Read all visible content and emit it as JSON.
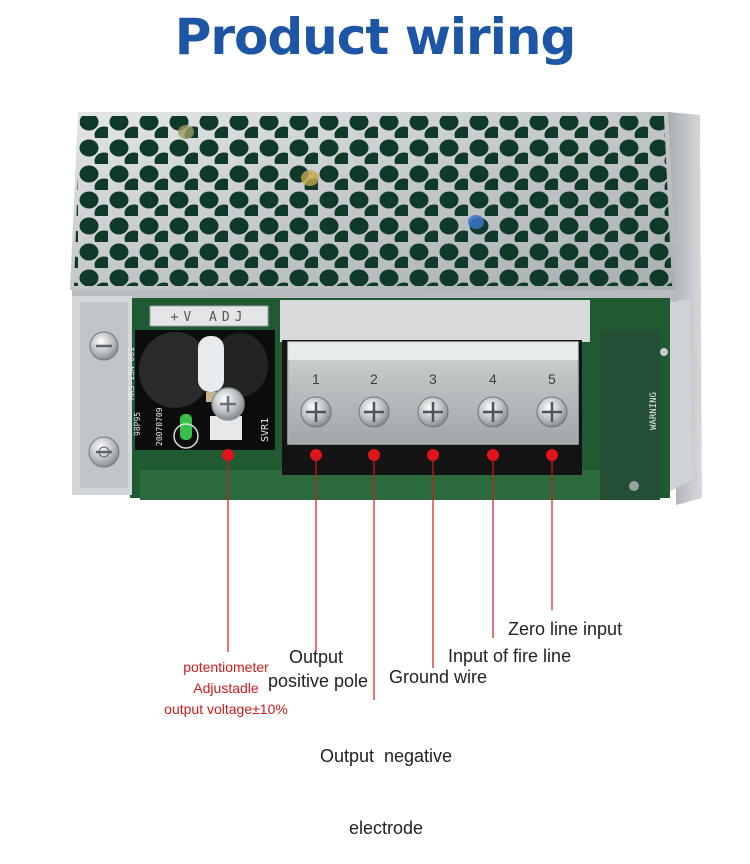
{
  "title": "Product wiring",
  "device": {
    "model_lines": [
      "HKS-15N-001",
      "98P95",
      "20070709"
    ],
    "trim_label": "SVR1",
    "adj_label": "+V ADJ",
    "terminal_numbers": [
      "1",
      "2",
      "3",
      "4",
      "5"
    ],
    "warning_label": "WARNING"
  },
  "labels": {
    "potentiometer": [
      "potentiometer",
      "Adjustadle",
      "output voltage±10%"
    ],
    "output_positive": [
      "Output",
      "positive pole"
    ],
    "output_negative": [
      "Output  negative",
      "electrode"
    ],
    "ground": "Ground wire",
    "fire_line": "Input of fire line",
    "zero_line": "Zero line input"
  },
  "colors": {
    "title": "#1e56a6",
    "marker": "#e0141b",
    "board": "#1f5a33",
    "terminal_block": "#141414",
    "case": "#c9ccce"
  }
}
